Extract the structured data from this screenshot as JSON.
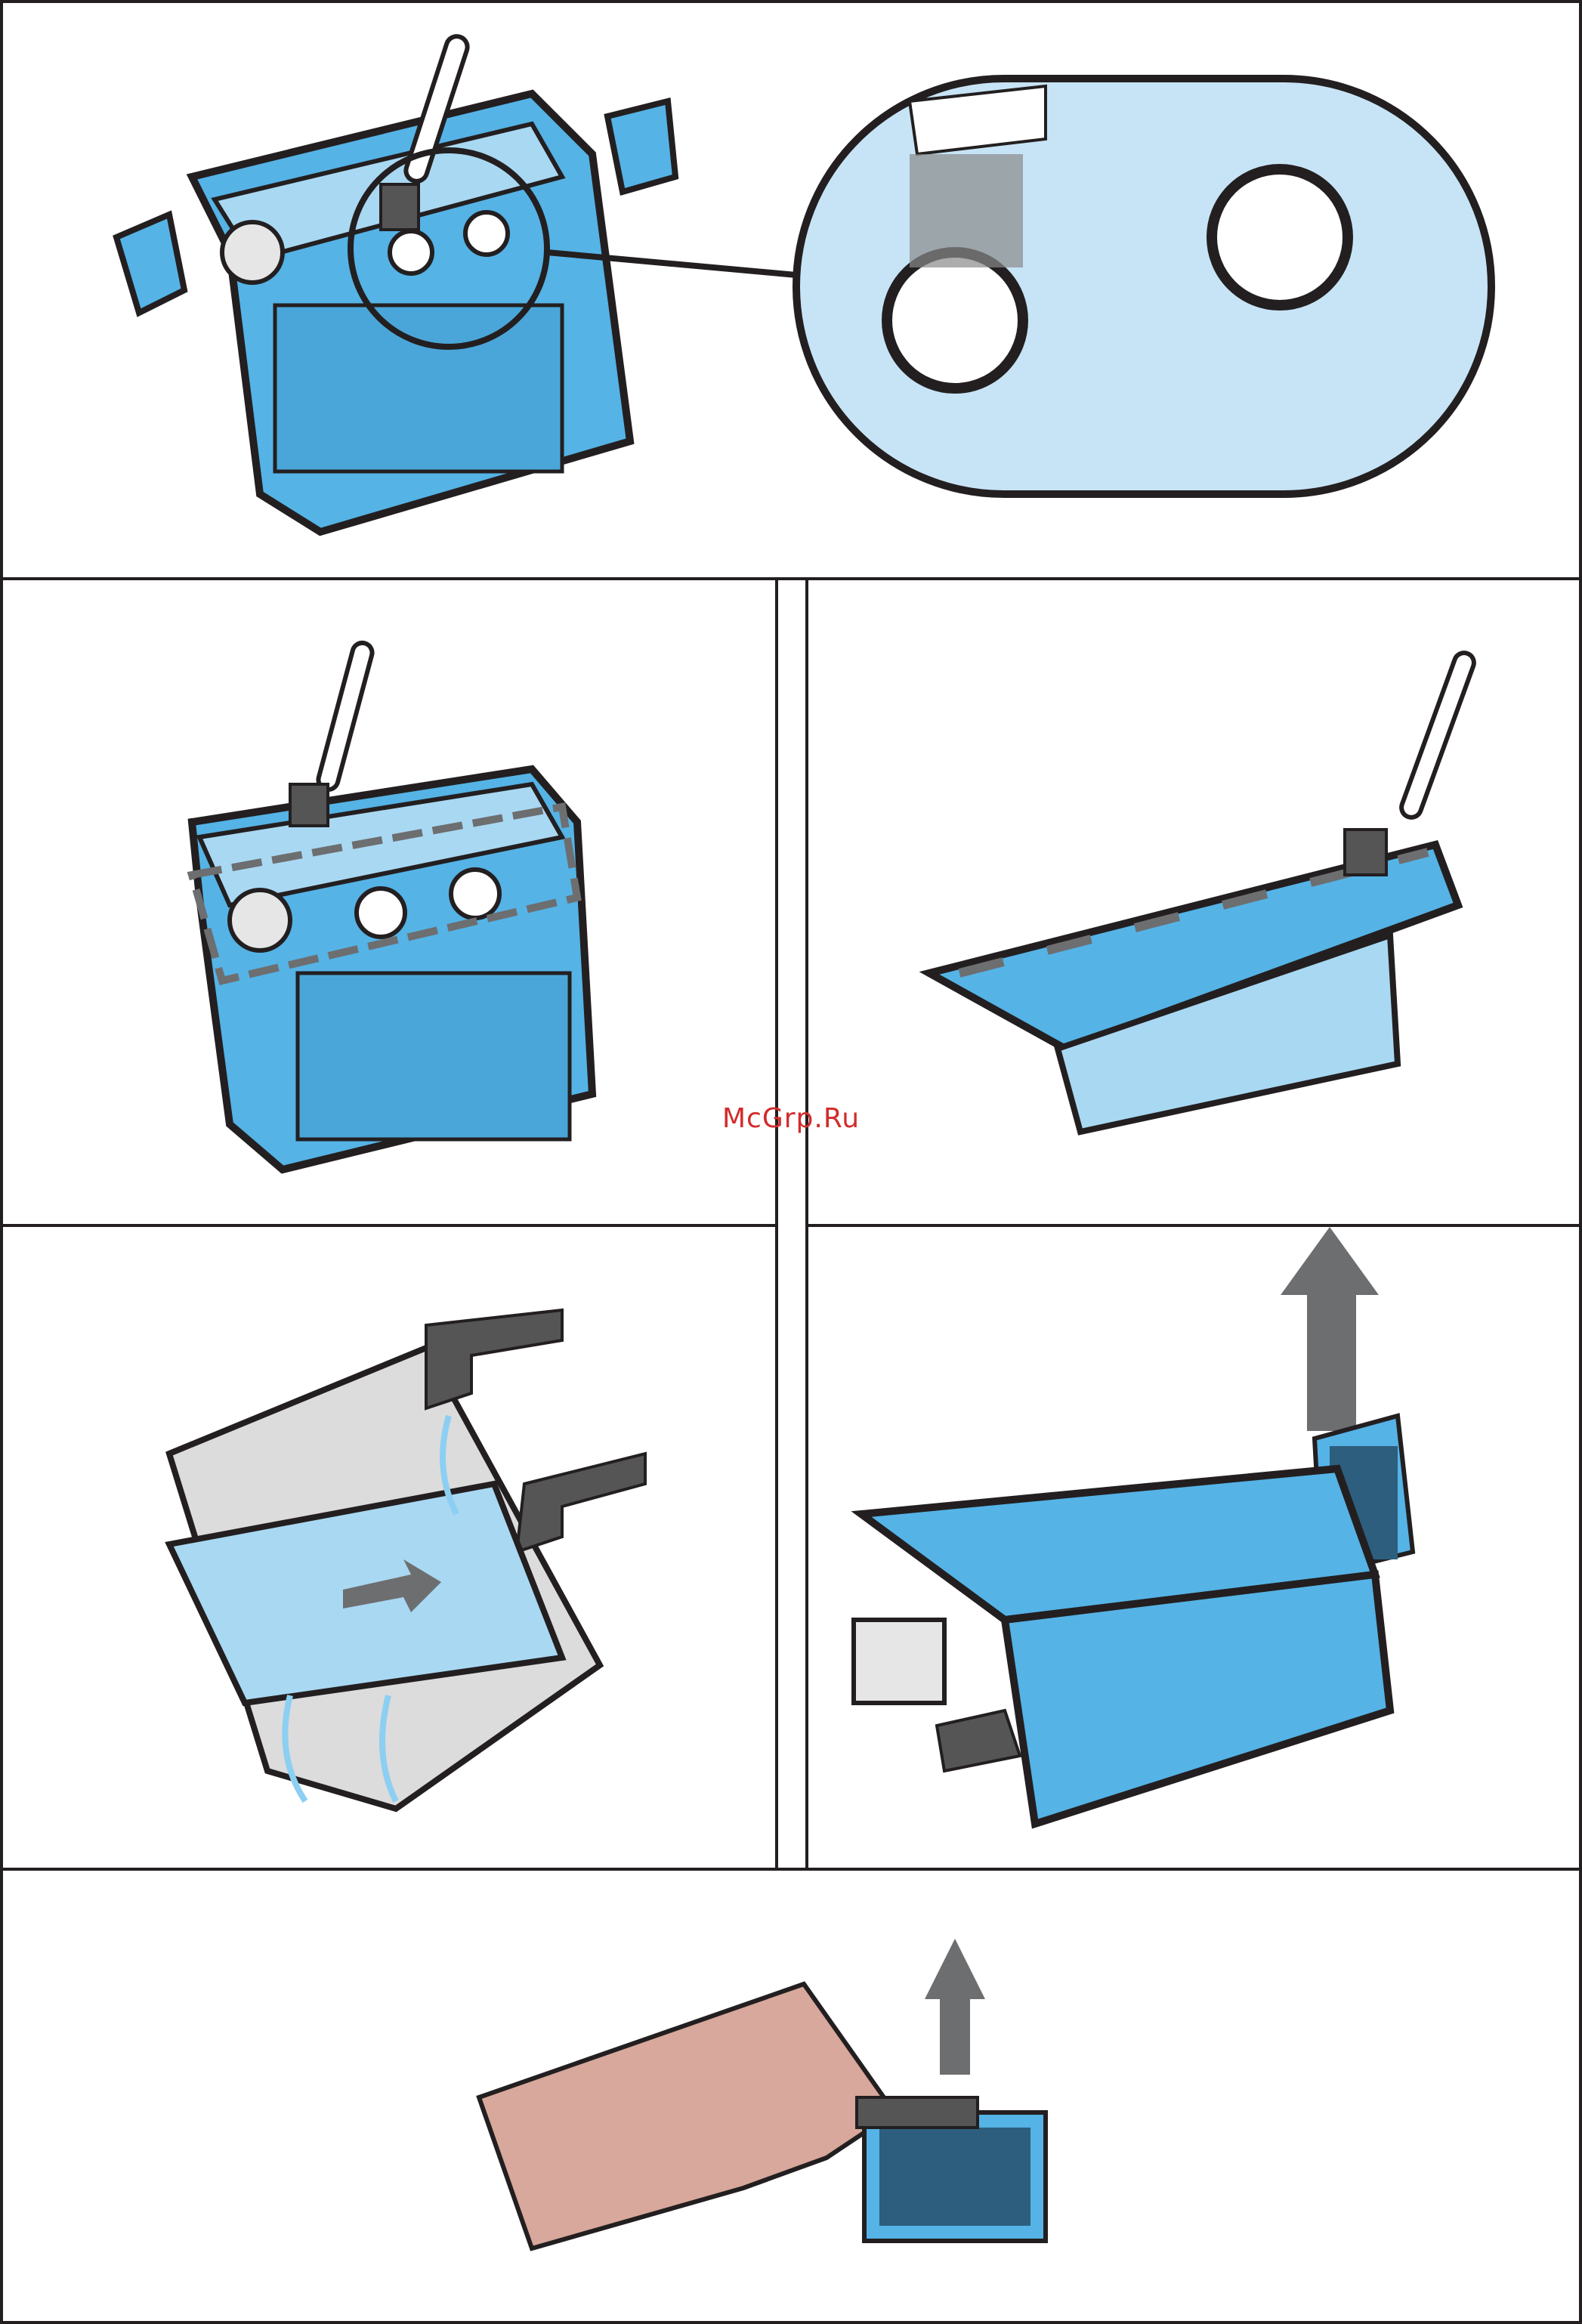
{
  "watermark": "McGrp.Ru",
  "colors": {
    "part_blue": "#55b3e6",
    "part_light_blue": "#a9d8f2",
    "outline": "#231f20",
    "arrow_gray": "#6d6e70",
    "skin": "#d7a89b",
    "sink_gray": "#dcdcdc",
    "water": "#8ccff2"
  },
  "panels": [
    {
      "step": "clean-seal-holes-with-brush",
      "icons": [
        "brush-icon",
        "magnifier-detail-icon"
      ]
    },
    {
      "step": "brush-tank-rim",
      "icons": [
        "brush-icon",
        "double-arrow-icon"
      ]
    },
    {
      "step": "brush-lid-seal",
      "icons": [
        "brush-icon",
        "double-arrow-icon"
      ]
    },
    {
      "step": "rinse-under-tap",
      "icons": [
        "faucet-icon",
        "water-icon",
        "arrow-icon"
      ]
    },
    {
      "step": "remove-filter",
      "icons": [
        "up-arrow-icon",
        "filter-icon"
      ]
    },
    {
      "step": "brush-filter-by-hand",
      "icons": [
        "hand-icon",
        "up-arrow-icon",
        "brush-icon"
      ]
    }
  ]
}
